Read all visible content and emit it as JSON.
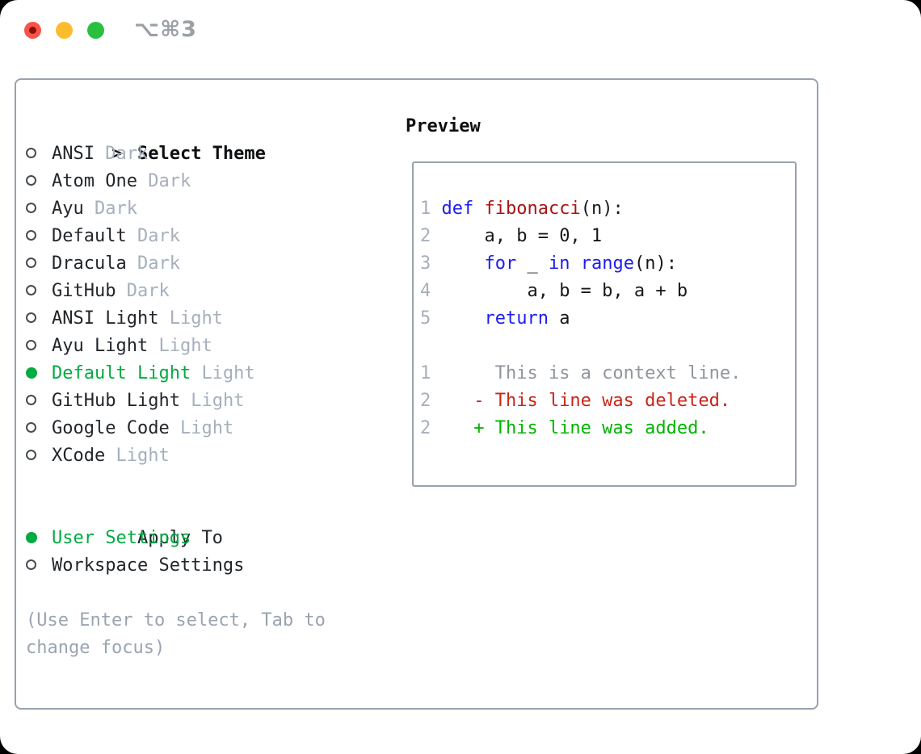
{
  "window": {
    "title": "⌥⌘3",
    "traffic_lights": [
      {
        "name": "close",
        "color": "#f9544a"
      },
      {
        "name": "minimize",
        "color": "#fdbc2e"
      },
      {
        "name": "zoom",
        "color": "#2ac03f"
      }
    ]
  },
  "theme_selector": {
    "header": {
      "prompt": ">",
      "label": "Select Theme"
    },
    "themes": [
      {
        "name": "ANSI",
        "variant": "Dark",
        "selected": false
      },
      {
        "name": "Atom One",
        "variant": "Dark",
        "selected": false
      },
      {
        "name": "Ayu",
        "variant": "Dark",
        "selected": false
      },
      {
        "name": "Default",
        "variant": "Dark",
        "selected": false
      },
      {
        "name": "Dracula",
        "variant": "Dark",
        "selected": false
      },
      {
        "name": "GitHub",
        "variant": "Dark",
        "selected": false
      },
      {
        "name": "ANSI Light",
        "variant": "Light",
        "selected": false
      },
      {
        "name": "Ayu Light",
        "variant": "Light",
        "selected": false
      },
      {
        "name": "Default Light",
        "variant": "Light",
        "selected": true
      },
      {
        "name": "GitHub Light",
        "variant": "Light",
        "selected": false
      },
      {
        "name": "Google Code",
        "variant": "Light",
        "selected": false
      },
      {
        "name": "XCode",
        "variant": "Light",
        "selected": false
      }
    ],
    "apply_to": {
      "label": "Apply To",
      "options": [
        {
          "label": "User Settings",
          "selected": true
        },
        {
          "label": "Workspace Settings",
          "selected": false
        }
      ]
    },
    "hint": "(Use Enter to select, Tab to change focus)"
  },
  "preview": {
    "label": "Preview",
    "code_lines": [
      {
        "num": "1",
        "tokens": [
          [
            "pl",
            " "
          ],
          [
            "kw",
            "def"
          ],
          [
            "pl",
            " "
          ],
          [
            "fn",
            "fibonacci"
          ],
          [
            "pl",
            "(n):"
          ]
        ]
      },
      {
        "num": "2",
        "tokens": [
          [
            "pl",
            "     a, b = 0, 1"
          ]
        ]
      },
      {
        "num": "3",
        "tokens": [
          [
            "pl",
            "     "
          ],
          [
            "kw",
            "for"
          ],
          [
            "pl",
            " _ "
          ],
          [
            "kw",
            "in"
          ],
          [
            "pl",
            " "
          ],
          [
            "kw",
            "range"
          ],
          [
            "pl",
            "(n):"
          ]
        ]
      },
      {
        "num": "4",
        "tokens": [
          [
            "pl",
            "         a, b = b, a + b"
          ]
        ]
      },
      {
        "num": "5",
        "tokens": [
          [
            "pl",
            "     "
          ],
          [
            "kw",
            "return"
          ],
          [
            "pl",
            " a"
          ]
        ]
      }
    ],
    "diff_lines": [
      {
        "num": "1",
        "type": "ctx",
        "text": "      This is a context line."
      },
      {
        "num": "2",
        "type": "del",
        "text": "    - This line was deleted."
      },
      {
        "num": "2",
        "type": "add",
        "text": "    + This line was added."
      }
    ]
  },
  "colors": {
    "accent_green": "#00ab41",
    "diff_add": "#00b400",
    "diff_del": "#c92418",
    "keyword_blue": "#1d1def",
    "function_red": "#a81414",
    "variant_gray": "#a6afbc",
    "hint_gray": "#9aa4b1",
    "line_number_gray": "#a6afbc",
    "context_gray": "#8f969e",
    "border_gray": "#99a2ae",
    "title_gray": "#9aa0a6"
  }
}
